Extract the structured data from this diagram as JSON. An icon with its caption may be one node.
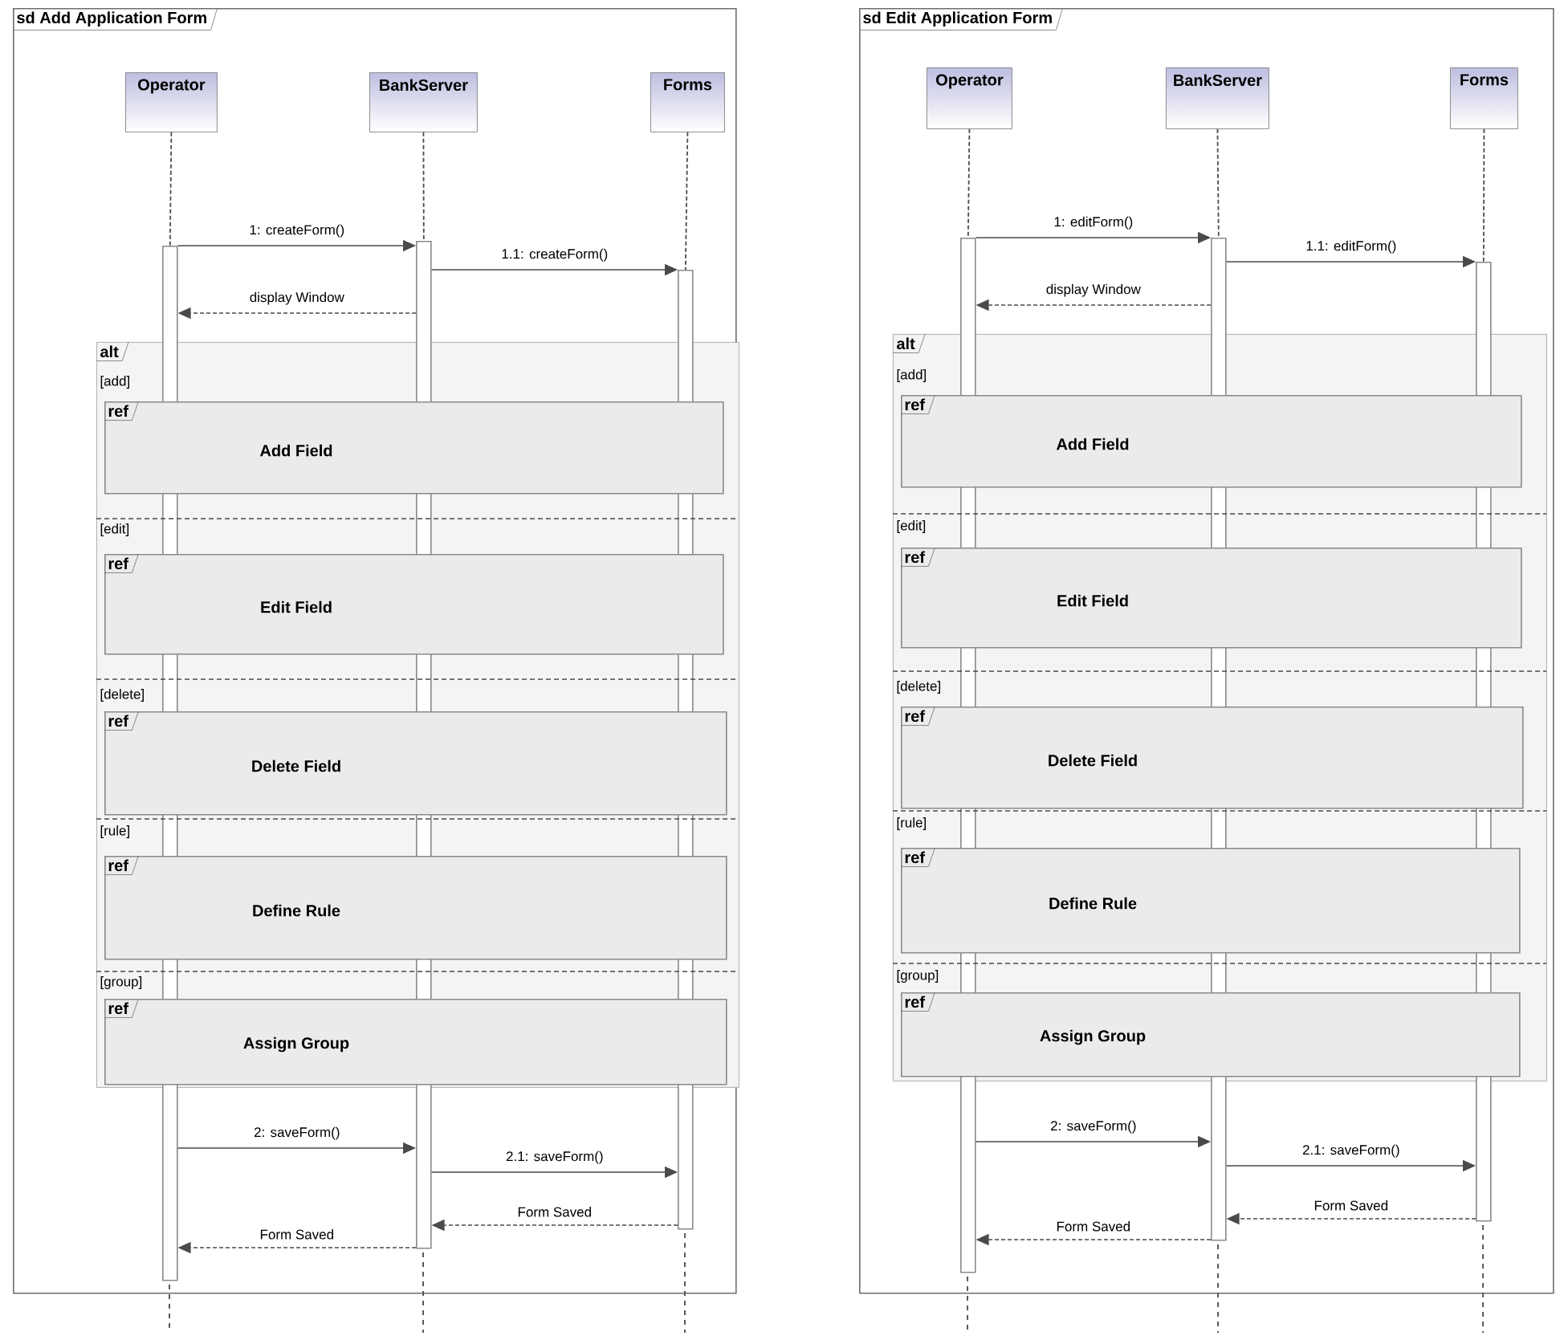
{
  "diagram": {
    "nodes": [
      {
        "text": [
          "sd Add Application Form"
        ]
      },
      {
        "text": [
          "Operator"
        ],
        "in": 0
      },
      {
        "text": [
          "BankServer"
        ],
        "in": 0
      },
      {
        "text": [
          "Forms"
        ],
        "in": 0
      },
      {
        "text": [],
        "shape": "bar",
        "in": 0
      },
      {
        "text": [],
        "shape": "bar",
        "in": 0
      },
      {
        "text": [],
        "shape": "bar",
        "in": 0
      },
      {
        "text": [
          "alt",
          "[add]",
          "[edit]",
          "[delete]",
          "[rule]",
          "[group]"
        ],
        "in": 0
      },
      {
        "text": [
          "ref",
          "Add Field"
        ],
        "in": 7
      },
      {
        "text": [
          "ref",
          "Edit Field"
        ],
        "in": 7
      },
      {
        "text": [
          "ref",
          "Delete Field"
        ],
        "in": 7
      },
      {
        "text": [
          "ref",
          "Define Rule"
        ],
        "in": 7
      },
      {
        "text": [
          "ref",
          "Assign Group"
        ],
        "in": 7
      },
      {
        "text": [
          "sd Edit Application Form"
        ]
      },
      {
        "text": [
          "Operator"
        ],
        "in": 13
      },
      {
        "text": [
          "BankServer"
        ],
        "in": 13
      },
      {
        "text": [
          "Forms"
        ],
        "in": 13
      },
      {
        "text": [],
        "shape": "bar",
        "in": 13
      },
      {
        "text": [],
        "shape": "bar",
        "in": 13
      },
      {
        "text": [],
        "shape": "bar",
        "in": 13
      },
      {
        "text": [
          "alt",
          "[add]",
          "[edit]",
          "[delete]",
          "[rule]",
          "[group]"
        ],
        "in": 13
      },
      {
        "text": [
          "ref",
          "Add Field"
        ],
        "in": 20
      },
      {
        "text": [
          "ref",
          "Edit Field"
        ],
        "in": 20
      },
      {
        "text": [
          "ref",
          "Delete Field"
        ],
        "in": 20
      },
      {
        "text": [
          "ref",
          "Define Rule"
        ],
        "in": 20
      },
      {
        "text": [
          "ref",
          "Assign Group"
        ],
        "in": 20
      }
    ],
    "edges": [
      {
        "from": 1,
        "to": 4,
        "arrow": "none",
        "style": "dashed"
      },
      {
        "from": 2,
        "to": 5,
        "arrow": "none",
        "style": "dashed"
      },
      {
        "from": 3,
        "to": 6,
        "arrow": "none",
        "style": "dashed"
      },
      {
        "from": 4,
        "to": 5,
        "arrow": "to",
        "label": "1: createForm()"
      },
      {
        "from": 5,
        "to": 6,
        "arrow": "to",
        "label": "1.1: createForm()"
      },
      {
        "from": 5,
        "to": 4,
        "arrow": "to",
        "label": "display Window",
        "style": "dashed"
      },
      {
        "from": 4,
        "to": 5,
        "arrow": "to",
        "label": "2: saveForm()"
      },
      {
        "from": 5,
        "to": 6,
        "arrow": "to",
        "label": "2.1: saveForm()"
      },
      {
        "from": 6,
        "to": 5,
        "arrow": "to",
        "label": "Form Saved",
        "style": "dashed"
      },
      {
        "from": 5,
        "to": 4,
        "arrow": "to",
        "label": "Form Saved",
        "style": "dashed"
      },
      {
        "from": 14,
        "to": 17,
        "arrow": "none",
        "style": "dashed"
      },
      {
        "from": 15,
        "to": 18,
        "arrow": "none",
        "style": "dashed"
      },
      {
        "from": 16,
        "to": 19,
        "arrow": "none",
        "style": "dashed"
      },
      {
        "from": 17,
        "to": 18,
        "arrow": "to",
        "label": "1: editForm()"
      },
      {
        "from": 18,
        "to": 19,
        "arrow": "to",
        "label": "1.1: editForm()"
      },
      {
        "from": 18,
        "to": 17,
        "arrow": "to",
        "label": "display Window",
        "style": "dashed"
      },
      {
        "from": 17,
        "to": 18,
        "arrow": "to",
        "label": "2: saveForm()"
      },
      {
        "from": 18,
        "to": 19,
        "arrow": "to",
        "label": "2.1: saveForm()"
      },
      {
        "from": 19,
        "to": 18,
        "arrow": "to",
        "label": "Form Saved",
        "style": "dashed"
      },
      {
        "from": 18,
        "to": 17,
        "arrow": "to",
        "label": "Form Saved",
        "style": "dashed"
      }
    ]
  }
}
